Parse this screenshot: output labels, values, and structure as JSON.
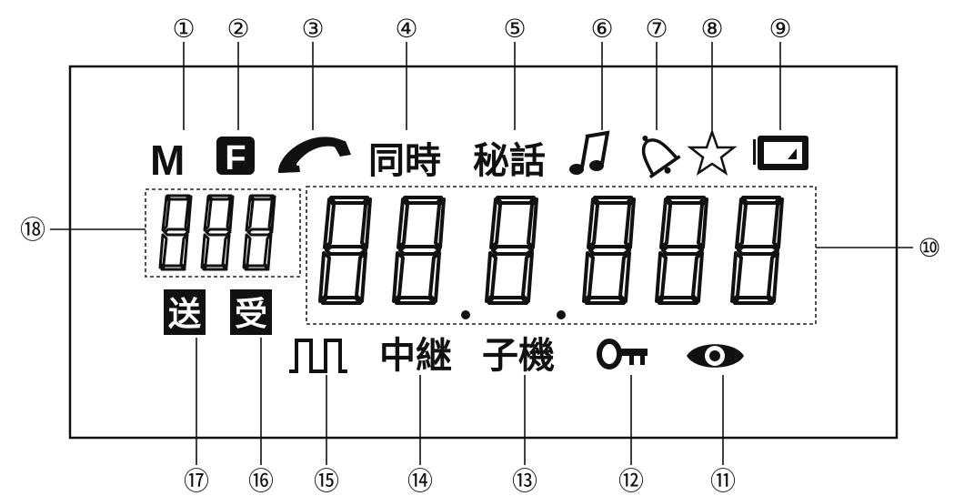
{
  "callouts_top": [
    "①",
    "②",
    "③",
    "④",
    "⑤",
    "⑥",
    "⑦",
    "⑧",
    "⑨"
  ],
  "callouts_bottom": [
    "⑰",
    "⑯",
    "⑮",
    "⑭",
    "⑬",
    "⑫",
    "⑪"
  ],
  "callout_left": "⑱",
  "callout_right": "⑩",
  "indicators": {
    "memory": "M",
    "function": "F",
    "simultaneous": "同時",
    "secret": "秘話",
    "send": "送",
    "receive": "受",
    "relay": "中継",
    "handset": "子機"
  },
  "icons": {
    "phone": "phone-handset-icon",
    "music": "music-note-icon",
    "bell": "bell-icon",
    "star": "star-icon",
    "battery": "battery-icon",
    "pulse": "pulse-wave-icon",
    "key": "key-lock-icon",
    "eye": "eye-icon"
  }
}
